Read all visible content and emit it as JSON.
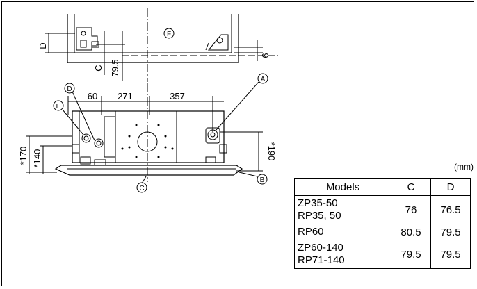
{
  "callouts": {
    "a": "A",
    "b": "B",
    "c": "C",
    "d": "D",
    "e": "E",
    "f": "F"
  },
  "dims": {
    "d_label": "D",
    "c_label": "C",
    "v79_5": "79.5",
    "v6": "6",
    "v60": "60",
    "v271": "271",
    "v357": "357",
    "v170": "*170",
    "v140": "*140",
    "v190": "*190"
  },
  "unit": "(mm)",
  "table": {
    "headers": [
      "Models",
      "C",
      "D"
    ],
    "rows": [
      {
        "model": [
          "ZP35-50",
          "RP35, 50"
        ],
        "c": "76",
        "d": "76.5"
      },
      {
        "model": [
          "RP60"
        ],
        "c": "80.5",
        "d": "79.5"
      },
      {
        "model": [
          "ZP60-140",
          "RP71-140"
        ],
        "c": "79.5",
        "d": "79.5"
      }
    ]
  }
}
